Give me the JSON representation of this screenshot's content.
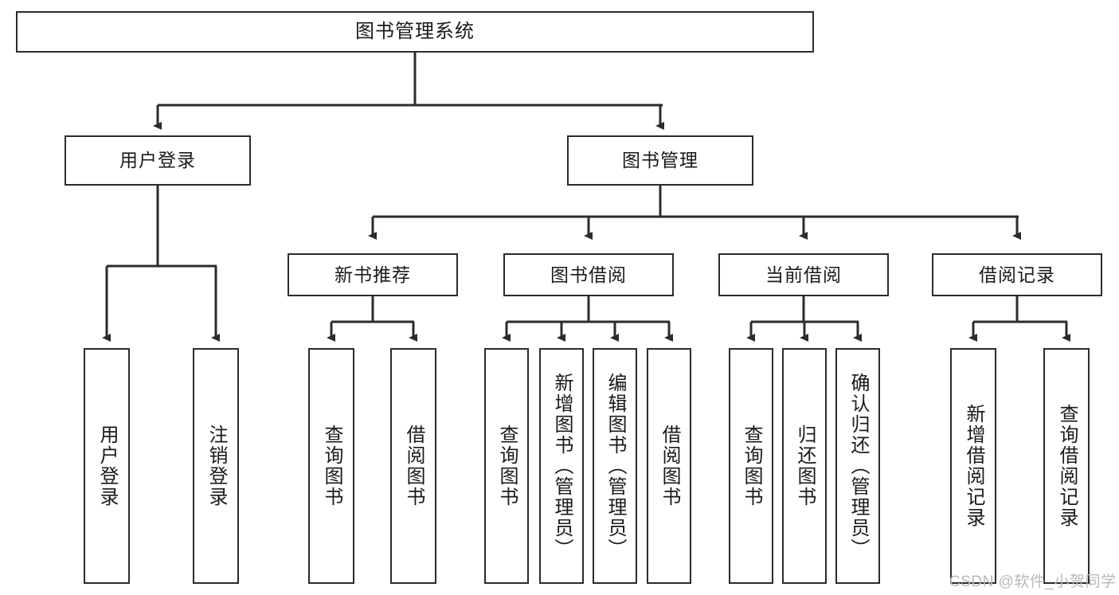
{
  "diagram": {
    "type": "tree-hierarchy-chart",
    "title": "图书管理系统",
    "orientation": "top-down",
    "line_color": "#2b2b2b",
    "box_fill": "#ffffff",
    "text_color": "#1a1a1a"
  },
  "root": {
    "label": "图书管理系统"
  },
  "level2": [
    {
      "label": "用户登录"
    },
    {
      "label": "图书管理"
    }
  ],
  "level3": [
    {
      "label": "新书推荐"
    },
    {
      "label": "图书借阅"
    },
    {
      "label": "当前借阅"
    },
    {
      "label": "借阅记录"
    }
  ],
  "leaves": {
    "user_login": [
      {
        "label": "用户登录"
      },
      {
        "label": "注销登录"
      }
    ],
    "new_book_recommend": [
      {
        "label": "查询图书"
      },
      {
        "label": "借阅图书"
      }
    ],
    "book_borrow": [
      {
        "label": "查询图书"
      },
      {
        "label": "新增图书（管理员）"
      },
      {
        "label": "编辑图书（管理员）"
      },
      {
        "label": "借阅图书"
      }
    ],
    "current_borrow": [
      {
        "label": "查询图书"
      },
      {
        "label": "归还图书"
      },
      {
        "label": "确认归还（管理员）"
      }
    ],
    "borrow_record": [
      {
        "label": "新增借阅记录"
      },
      {
        "label": "查询借阅记录"
      }
    ]
  },
  "watermark": {
    "text": "CSDN @软件_小贺同学",
    "color": "#b9b9b9"
  }
}
